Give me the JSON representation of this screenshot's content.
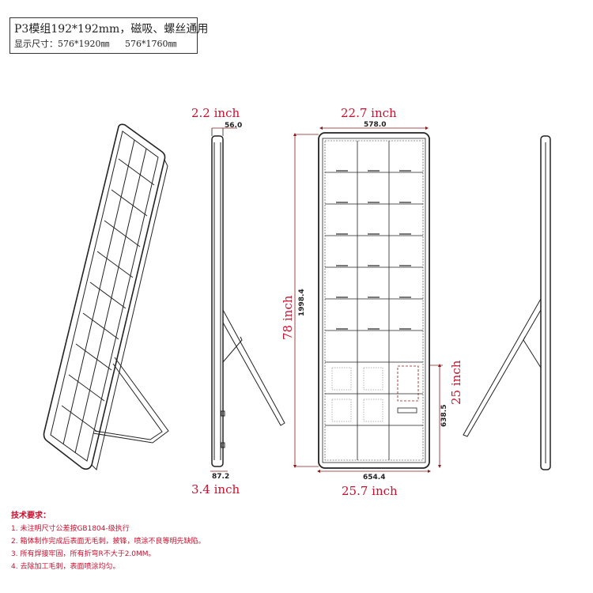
{
  "spec": {
    "model_line": "P3模组192*192mm，磁吸、螺丝通用",
    "size_label": "显示尺寸：576*1920㎜",
    "size_value2": "576*1760㎜"
  },
  "dimensions": {
    "thickness_top_inch": "2.2 inch",
    "thickness_top_mm": "56.0",
    "thickness_bottom_mm": "87.2",
    "thickness_bottom_inch": "3.4 inch",
    "width_inch": "22.7 inch",
    "width_mm": "578.0",
    "height_inch": "78 inch",
    "height_mm": "1998.4",
    "leg_height_mm": "638.5",
    "leg_height_inch": "25 inch",
    "base_width_mm": "654.4",
    "base_width_inch": "25.7 inch"
  },
  "notes": {
    "title": "技术要求：",
    "items": [
      "1. 未注明尺寸公差按GB1804-级执行",
      "2. 箱体制作完成后表面无毛刺，披锋，喷涂不良等明先缺陷。",
      "3. 所有焊接牢固，所有折弯R不大于2.0MM。",
      "4. 去除加工毛刺，表面喷涂均匀。"
    ]
  },
  "colors": {
    "annotation": "#c8102e",
    "line": "#222222",
    "dim_line": "#8b1a1a"
  }
}
